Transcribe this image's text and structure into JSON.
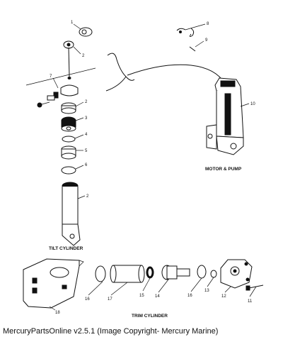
{
  "diagram": {
    "callouts": {
      "c1_top": "1",
      "c2_top": "2",
      "c7": "7",
      "c2_mid": "2",
      "c3": "3",
      "c4": "4",
      "c5": "5",
      "c6": "6",
      "c2_low": "2",
      "c8": "8",
      "c9": "9",
      "c10": "10",
      "c11": "11",
      "c12": "12",
      "c13": "13",
      "c14": "14",
      "c15": "15",
      "c16a": "16",
      "c16b": "16",
      "c17": "17",
      "c18": "18"
    },
    "sections": {
      "motor_pump": "MOTOR & PUMP",
      "tilt_cylinder": "TILT CYLINDER",
      "trim_cylinder": "TRIM CYLINDER"
    }
  },
  "footer": {
    "copyright": "MercuryPartsOnline v2.5.1 (Image Copyright- Mercury Marine)"
  }
}
